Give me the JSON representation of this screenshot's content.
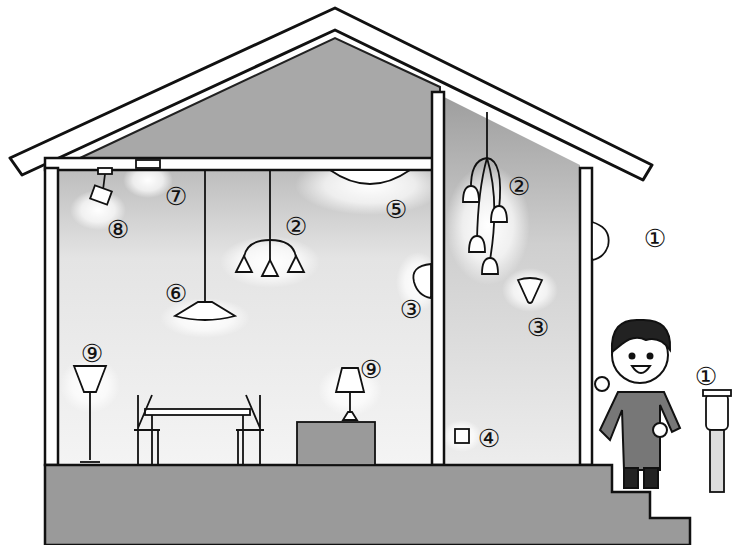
{
  "diagram": {
    "labels": [
      "⑦",
      "②",
      "⑤",
      "②",
      "⑧",
      "①",
      "⑥",
      "③",
      "③",
      "⑨",
      "⑨",
      "①",
      "④"
    ]
  }
}
